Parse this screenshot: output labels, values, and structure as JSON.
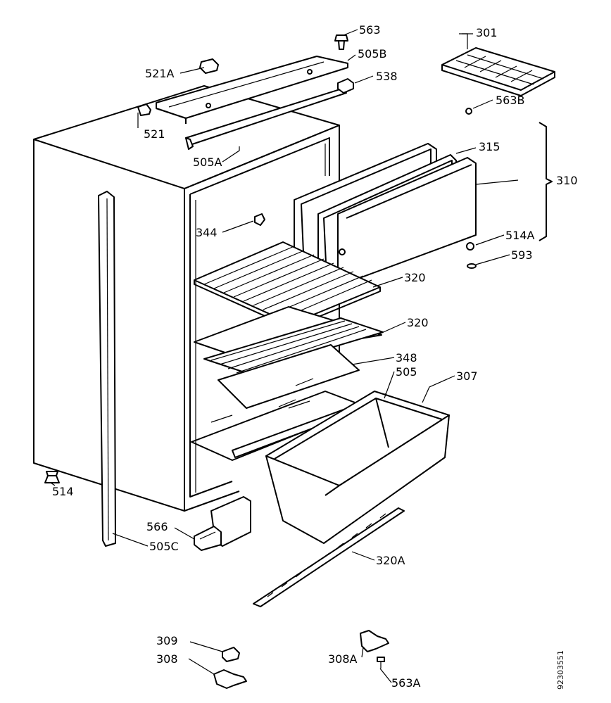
{
  "labels": {
    "l563": "563",
    "l505B": "505B",
    "l521A": "521A",
    "l538": "538",
    "l521": "521",
    "l505A": "505A",
    "l301": "301",
    "l563B": "563B",
    "l315": "315",
    "l310": "310",
    "l344": "344",
    "l514A": "514A",
    "l593": "593",
    "l320a": "320",
    "l320b": "320",
    "l348": "348",
    "l505": "505",
    "l307": "307",
    "l514": "514",
    "l566": "566",
    "l505C": "505C",
    "l320A": "320A",
    "l309": "309",
    "l308": "308",
    "l308A": "308A",
    "l563A": "563A"
  },
  "drawing_number": "92303551"
}
